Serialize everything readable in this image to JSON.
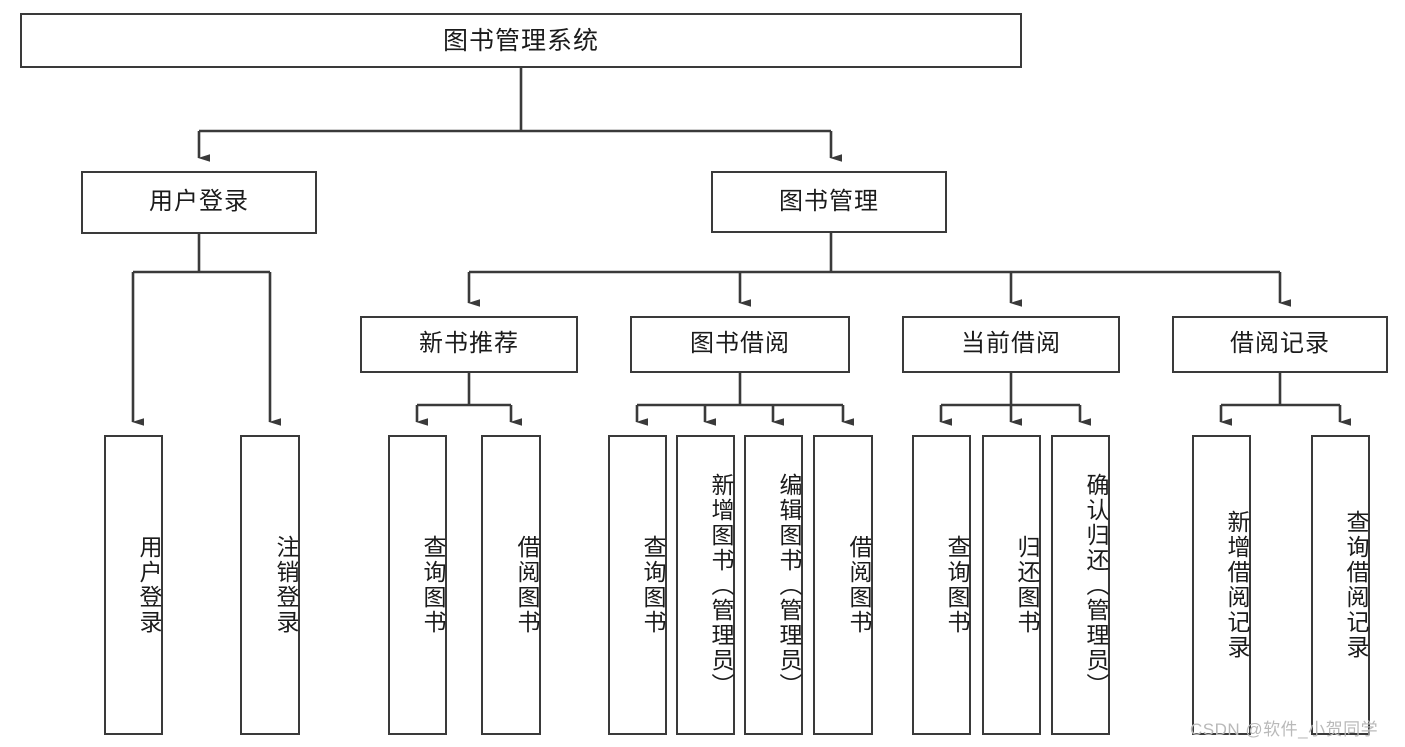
{
  "diagram": {
    "title": "图书管理系统",
    "type": "hierarchy-tree",
    "watermark": "CSDN @软件_小贺同学",
    "colors": {
      "stroke": "#3a3a3a",
      "fill": "#ffffff",
      "text": "#1b1b1b",
      "watermark": "#b9b9b9"
    },
    "nodes": {
      "root": {
        "label": "图书管理系统",
        "level": 0
      },
      "level1": [
        {
          "id": "user-login",
          "label": "用户登录"
        },
        {
          "id": "book-manage",
          "label": "图书管理"
        }
      ],
      "level2": [
        {
          "id": "new-book-recommend",
          "label": "新书推荐"
        },
        {
          "id": "book-borrow",
          "label": "图书借阅"
        },
        {
          "id": "current-borrow",
          "label": "当前借阅"
        },
        {
          "id": "borrow-record",
          "label": "借阅记录"
        }
      ],
      "leaves": {
        "user-login": [
          {
            "id": "leaf-user-login",
            "label": "用户登录"
          },
          {
            "id": "leaf-logout",
            "label": "注销登录"
          }
        ],
        "new-book-recommend": [
          {
            "id": "leaf-query-book-1",
            "label": "查询图书"
          },
          {
            "id": "leaf-borrow-book-1",
            "label": "借阅图书"
          }
        ],
        "book-borrow": [
          {
            "id": "leaf-query-book-2",
            "label": "查询图书"
          },
          {
            "id": "leaf-add-book",
            "label": "新增图书（管理员）"
          },
          {
            "id": "leaf-edit-book",
            "label": "编辑图书（管理员）"
          },
          {
            "id": "leaf-borrow-book-2",
            "label": "借阅图书"
          }
        ],
        "current-borrow": [
          {
            "id": "leaf-query-book-3",
            "label": "查询图书"
          },
          {
            "id": "leaf-return-book",
            "label": "归还图书"
          },
          {
            "id": "leaf-confirm-return",
            "label": "确认归还（管理员）"
          }
        ],
        "borrow-record": [
          {
            "id": "leaf-add-record",
            "label": "新增借阅记录"
          },
          {
            "id": "leaf-query-record",
            "label": "查询借阅记录"
          }
        ]
      }
    }
  }
}
